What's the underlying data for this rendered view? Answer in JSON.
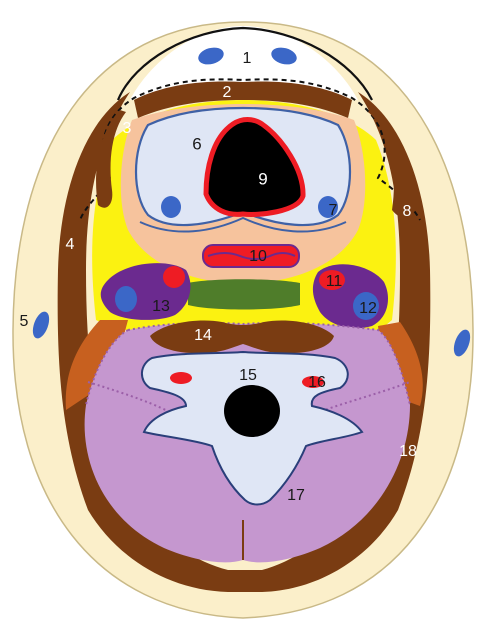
{
  "diagram": {
    "labels": [
      "1",
      "2",
      "3",
      "4",
      "5",
      "6",
      "7",
      "8",
      "9",
      "10",
      "11",
      "12",
      "13",
      "14",
      "15",
      "16",
      "17",
      "18"
    ]
  },
  "colors": {
    "outer_skin": "#fbefca",
    "brown": "#7a3c12",
    "fat_yellow": "#fbf211",
    "peach": "#f6c39d",
    "lumen_blue": "#dfe6f5",
    "outline_blue": "#3f61a6",
    "vessel_blue": "#3b67c7",
    "red": "#ee1c24",
    "black": "#000000",
    "purple": "#6b2a8f",
    "green": "#4f7d2a",
    "orange": "#c7601f",
    "lilac": "#c597cf",
    "dotted_lilac": "#9b5fa8"
  }
}
